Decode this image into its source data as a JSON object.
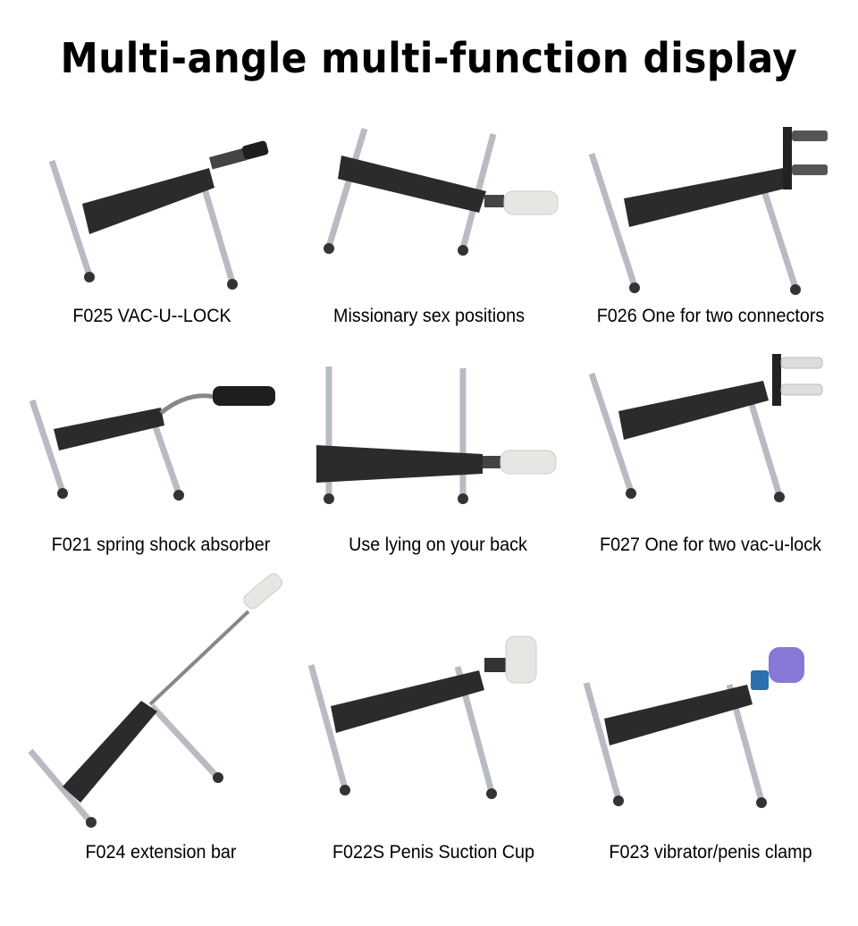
{
  "header": {
    "title": "Multi-angle multi-function display"
  },
  "products": [
    {
      "caption": "F025 VAC-U--LOCK",
      "variant": "single-connector",
      "pose": "standard"
    },
    {
      "caption": "Missionary sex positions",
      "variant": "single-attachment",
      "pose": "raised"
    },
    {
      "caption": "F026 One for two connectors",
      "variant": "dual-connector",
      "pose": "standard"
    },
    {
      "caption": "F021 spring shock absorber",
      "variant": "flex-hose",
      "pose": "standard"
    },
    {
      "caption": "Use lying on your back",
      "variant": "single-attachment",
      "pose": "low"
    },
    {
      "caption": "F027 One for two vac-u-lock",
      "variant": "dual-connector",
      "pose": "standard"
    },
    {
      "caption": "F024  extension bar",
      "variant": "extension-bar",
      "pose": "angled"
    },
    {
      "caption": "F022S Penis Suction Cup",
      "variant": "suction-cup",
      "pose": "standard"
    },
    {
      "caption": "F023 vibrator/penis clamp",
      "variant": "clamp",
      "pose": "standard"
    }
  ],
  "colors": {
    "background": "#ffffff",
    "machine_body": "#2b2b2b",
    "chrome": "#b8bcc2",
    "text": "#000000"
  }
}
